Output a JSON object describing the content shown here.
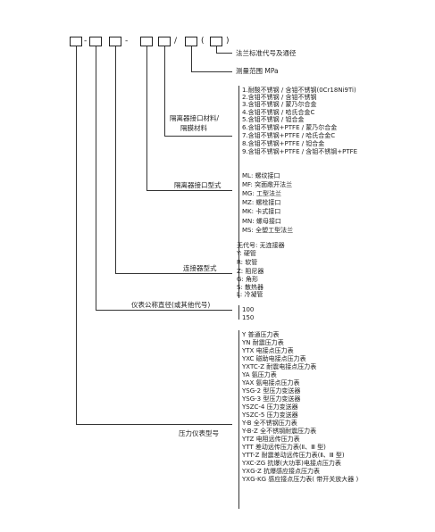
{
  "header": {
    "dash": "-",
    "slash": "/",
    "paren_open": "(",
    "paren_close": ")"
  },
  "labels": {
    "flange": "法兰标准代号及通径",
    "range": "测量范围   MPa",
    "material": [
      "隔离器接口材料/",
      "隔膜材料"
    ],
    "interface": "隔离器接口型式",
    "connector": "连接器型式",
    "nominal": "仪表公称直径(或其他代号)",
    "model": "压力仪表型号"
  },
  "lists": {
    "material": [
      "1.耐酸不锈钢 / 含钼不锈钢(0Cr18Ni9Ti)",
      "2.含钼不锈钢 / 含钼不锈钢",
      "3.含钼不锈钢 / 蒙乃尔合金",
      "4.含钼不锈钢 / 哈氏合金C",
      "5.含钼不锈钢 / 钽合金",
      "6.含钼不锈钢+PTFE / 蒙乃尔合金",
      "7.含钼不锈钢+PTFE / 哈氏合金C",
      "8.含钼不锈钢+PTFE / 钽合金",
      "9.含钼不锈钢+PTFE / 含钼不锈钢+PTFE"
    ],
    "interface": [
      "ML: 螺纹接口",
      "MF: 突面敞开法兰",
      "MG: 工型法兰",
      "MZ: 螺栓接口",
      "MK: 卡式接口",
      "MN: 螺母接口",
      "MS: 全塑工型法兰"
    ],
    "connector": [
      "无代号: 无连接器",
      "Y: 硬管",
      "R: 软管",
      "Z: 阻尼器",
      "G: 角形",
      "S: 散热器",
      "L: 冷凝管"
    ],
    "nominal": [
      "100",
      "150"
    ],
    "model": [
      "Y 普通压力表",
      "YN 耐震压力表",
      "YTX 电接点压力表",
      "YXC 磁助电接点压力表",
      "YXTC-Z 耐震电接点压力表",
      "YA 氨压力表",
      "YAX 氨电接点压力表",
      "YSG-2 型压力变送器",
      "YSG-3 型压力变送器",
      "YSZC-4 压力变送器",
      "YSZC-5 压力变送器",
      "Y-B 全不锈钢压力表",
      "Y-B-Z 全不锈钢耐震压力表",
      "YTZ 电阻远传压力表",
      "YTT 差动远传压力表(Ⅱ、Ⅲ 型)",
      "YTT-Z 耐震差动远传压力表(Ⅱ、Ⅲ 型)",
      "YXC-ZG 抗爆(大功率)电接点压力表",
      "YXG-Z 抗爆感应接点压力表",
      "YXG-KG 感应接点压力表( 带开关放大器 )"
    ]
  }
}
